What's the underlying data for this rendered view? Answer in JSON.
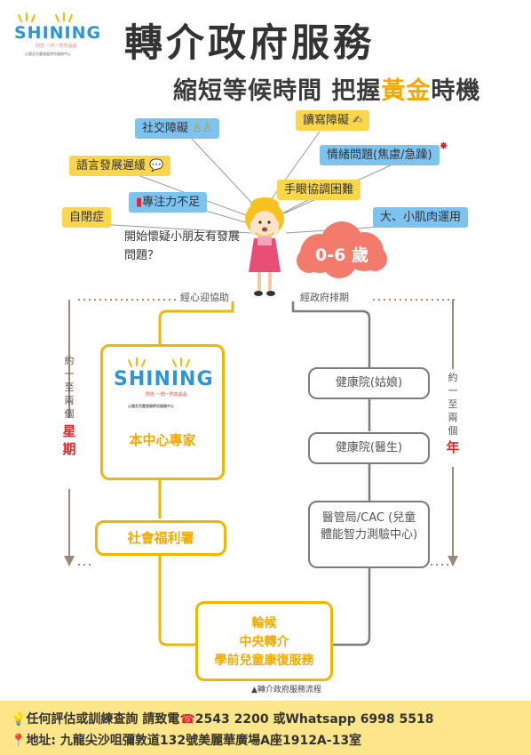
{
  "header": {
    "logo_text": "SHINING",
    "logo_tagline": "閃亮 一閃一閃亮晶晶",
    "logo_subtext": "心理及兒童發展評估服務中心",
    "title": "轉介政府服務",
    "subtitle_part1": "縮短等候時間 把握",
    "subtitle_highlight": "黃金",
    "subtitle_part2": "時機"
  },
  "concerns": [
    {
      "label": "社交障礙",
      "style": "blue"
    },
    {
      "label": "讀寫障礙",
      "style": "yellow"
    },
    {
      "label": "語言發展遲緩",
      "style": "yellow"
    },
    {
      "label": "情緒問題(焦慮/急躁)",
      "style": "blue"
    },
    {
      "label": "手眼協調困難",
      "style": "yellow"
    },
    {
      "label": "專注力不足",
      "style": "blue"
    },
    {
      "label": "自閉症",
      "style": "yellow"
    },
    {
      "label": "大、小肌肉運用",
      "style": "blue"
    }
  ],
  "question_text": "開始懷疑小朋友有發展問題？",
  "age_badge": "0-6 歲",
  "flow": {
    "left_heading": "經心迎協助",
    "right_heading": "經政府排期",
    "left_duration": "約一至兩個",
    "left_unit": "星期",
    "right_duration": "約一至兩個",
    "right_unit": "年",
    "center_box_label": "本中心專家",
    "left_step2": "社會福利署",
    "right_steps": [
      "健康院(姑娘)",
      "健康院(醫生)",
      "醫管局/CAC (兒童體能智力測驗中心)"
    ],
    "final_box": [
      "輪候",
      "中央轉介",
      "學前兒童康復服務"
    ],
    "caption": "▲轉介政府服務流程"
  },
  "footer": {
    "line1_prefix": "任何評估或訓練查詢 請致電",
    "line1_contact": "2543 2200 或Whatsapp 6998 5518",
    "line2": "地址: 九龍尖沙咀彌敦道132號美麗華廣場A座1912A-13室"
  },
  "colors": {
    "yellow": "#f2b600",
    "gold_text": "#f2a900",
    "blue_tag": "#7cc3ef",
    "yellow_tag": "#fbd54a",
    "red": "#e4232b",
    "grey_line": "#7c7c7c",
    "footer_bg": "#fde58a"
  }
}
